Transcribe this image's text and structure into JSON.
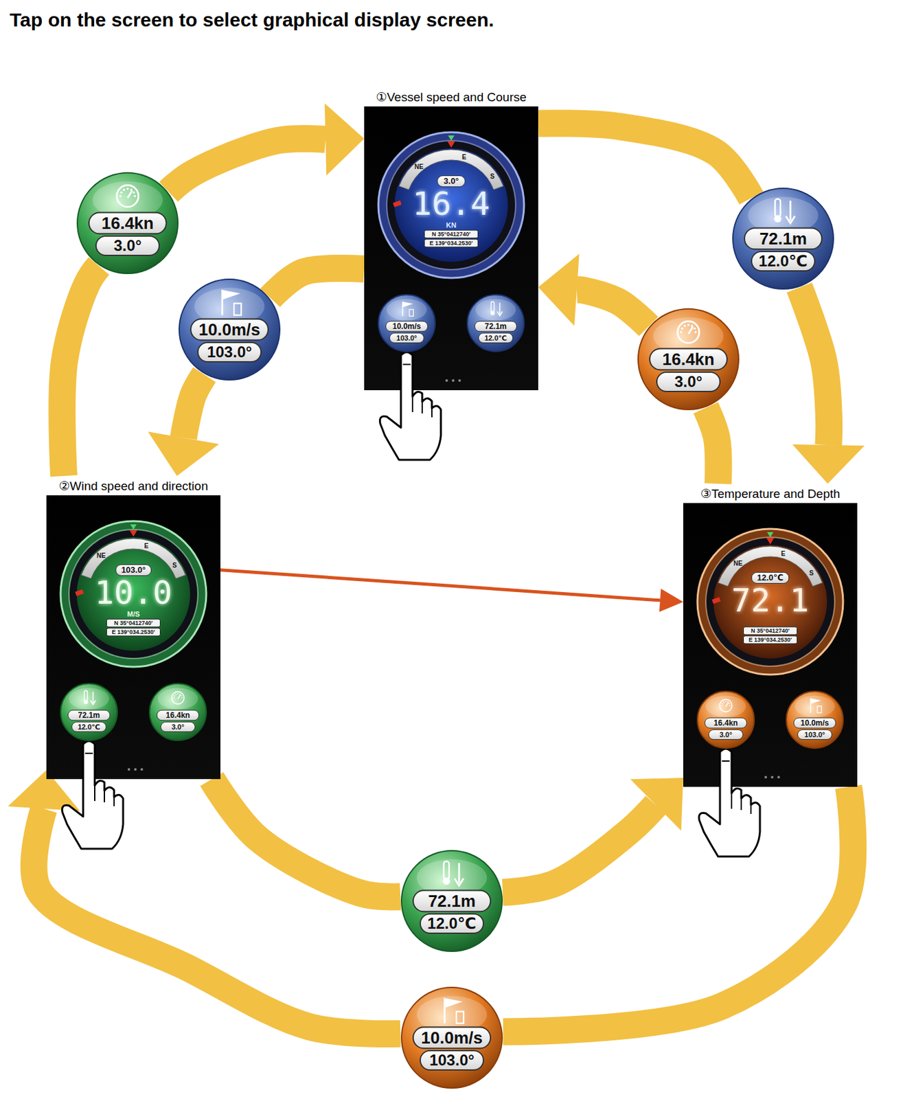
{
  "diagram": {
    "title": "Tap on the screen to select graphical display screen.",
    "nodes": [
      {
        "text": [
          "①Vessel speed and Course"
        ]
      },
      {
        "text": [
          "NE",
          "E",
          "S",
          "3.0°",
          "16.4",
          "KN",
          "N 35°0412740'",
          "E 139°034.2530'"
        ],
        "in": 0
      },
      {
        "text": [
          "10.0m/s",
          "103.0°"
        ],
        "in": 0
      },
      {
        "text": [
          "72.1m",
          "12.0℃"
        ],
        "in": 0
      },
      {
        "text": [
          "16.4kn",
          "3.0°"
        ]
      },
      {
        "text": [
          "72.1m",
          "12.0℃"
        ]
      },
      {
        "text": [
          "10.0m/s",
          "103.0°"
        ]
      },
      {
        "text": [
          "16.4kn",
          "3.0°"
        ]
      },
      {
        "text": [
          "②Wind speed and direction"
        ]
      },
      {
        "text": [
          "NE",
          "E",
          "S",
          "103.0°",
          "10.0",
          "M/S",
          "N 35°0412740'",
          "E 139°034.2530'"
        ],
        "in": 8
      },
      {
        "text": [
          "72.1m",
          "12.0℃"
        ],
        "in": 8
      },
      {
        "text": [
          "16.4kn",
          "3.0°"
        ],
        "in": 8
      },
      {
        "text": [
          "③Temperature and Depth"
        ]
      },
      {
        "text": [
          "NE",
          "E",
          "S",
          "12.0℃",
          "72.1",
          "N 35°0412740'",
          "E 139°034.2530'"
        ],
        "in": 12
      },
      {
        "text": [
          "16.4kn",
          "3.0°"
        ],
        "in": 12
      },
      {
        "text": [
          "10.0m/s",
          "103.0°"
        ],
        "in": 12
      },
      {
        "text": [
          "72.1m",
          "12.0℃"
        ]
      },
      {
        "text": [
          "10.0m/s",
          "103.0°"
        ]
      }
    ],
    "edges": [
      {
        "from": 0,
        "to": 5,
        "arrow": "none"
      },
      {
        "from": 5,
        "to": 12,
        "arrow": "to"
      },
      {
        "from": 12,
        "to": 7,
        "arrow": "none"
      },
      {
        "from": 7,
        "to": 0,
        "arrow": "to"
      },
      {
        "from": 0,
        "to": 6,
        "arrow": "none"
      },
      {
        "from": 6,
        "to": 8,
        "arrow": "to"
      },
      {
        "from": 8,
        "to": 4,
        "arrow": "none"
      },
      {
        "from": 4,
        "to": 0,
        "arrow": "to"
      },
      {
        "from": 8,
        "to": 16,
        "arrow": "none"
      },
      {
        "from": 16,
        "to": 12,
        "arrow": "to"
      },
      {
        "from": 12,
        "to": 17,
        "arrow": "none"
      },
      {
        "from": 17,
        "to": 8,
        "arrow": "to"
      },
      {
        "from": 8,
        "to": 12,
        "arrow": "to"
      }
    ]
  }
}
